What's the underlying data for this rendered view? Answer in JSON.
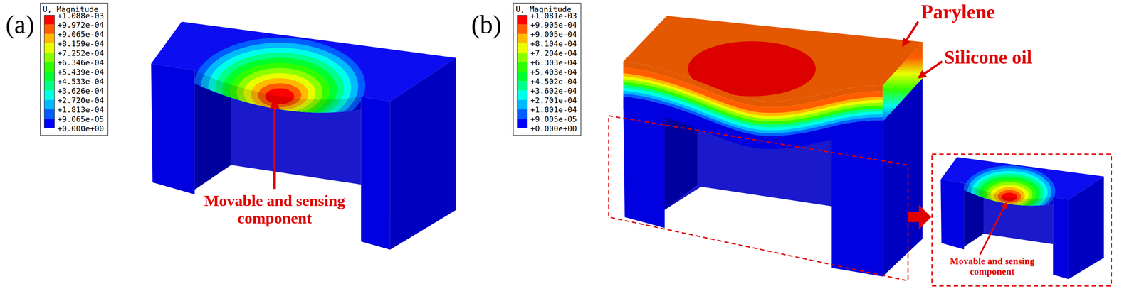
{
  "diagram": {
    "nodes": [
      {
        "text": [
          "U, Magnitude",
          "+1.088e-03",
          "+9.972e-04",
          "+9.065e-04",
          "+8.159e-04",
          "+7.252e-04",
          "+6.346e-04",
          "+5.439e-04",
          "+4.533e-04",
          "+3.626e-04",
          "+2.720e-04",
          "+1.813e-04",
          "+9.065e-05",
          "+0.000e+00"
        ]
      },
      {
        "text": [
          "U, Magnitude",
          "+1.081e-03",
          "+9.905e-04",
          "+9.005e-04",
          "+8.104e-04",
          "+7.204e-04",
          "+6.303e-04",
          "+5.403e-04",
          "+4.502e-04",
          "+3.602e-04",
          "+2.701e-04",
          "+1.801e-04",
          "+9.005e-05",
          "+0.000e+00"
        ]
      }
    ],
    "labels": [
      "(a)",
      "Movable and sensing component",
      "(b)",
      "Parylene",
      "Silicone oil",
      "Movable and sensing component"
    ]
  }
}
